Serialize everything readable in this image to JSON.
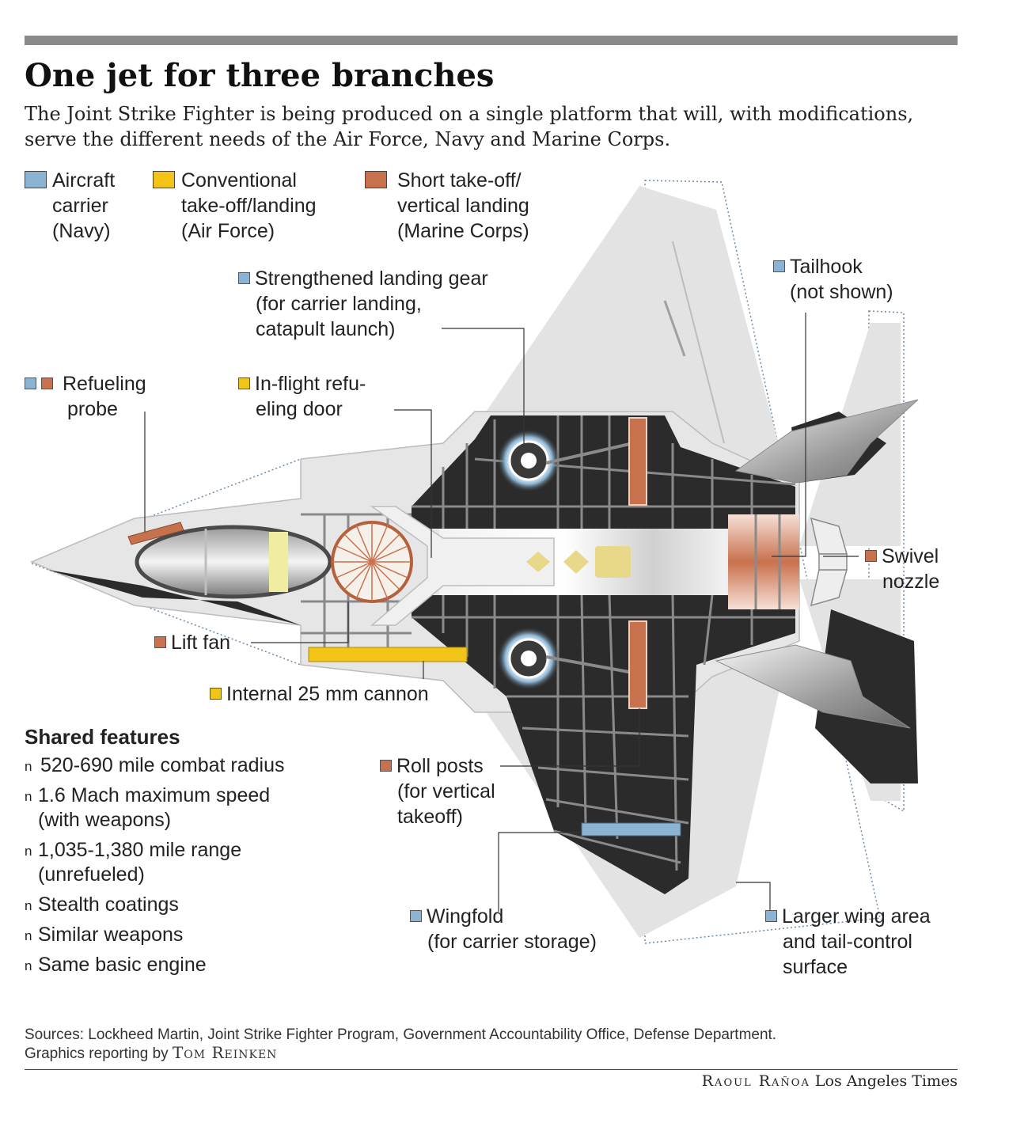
{
  "header": {
    "title": "One jet for three branches",
    "subtitle": "The Joint Strike Fighter is being produced on a single platform that will, with modifications, serve the different needs of the Air Force, Navy and Marine Corps."
  },
  "legend": [
    {
      "line1": "Aircraft",
      "line2": "carrier",
      "line3": "(Navy)",
      "color": "#8cb4d2"
    },
    {
      "line1": "Conventional",
      "line2": "take-off/landing",
      "line3": "(Air Force)",
      "color": "#f2c418"
    },
    {
      "line1": "Short take-off/",
      "line2": "vertical landing",
      "line3": "(Marine Corps)",
      "color": "#c8714d"
    }
  ],
  "callouts": {
    "landing_gear": {
      "line1": "Strengthened landing gear",
      "line2": "(for carrier landing,",
      "line3": "catapult launch)"
    },
    "tailhook": {
      "line1": "Tailhook",
      "line2": "(not shown)"
    },
    "refueling_probe": {
      "line1": "Refueling",
      "line2": "probe"
    },
    "refueling_door": {
      "line1": "In-flight refu-",
      "line2": "eling door"
    },
    "swivel_nozzle": {
      "line1": "Swivel",
      "line2": "nozzle"
    },
    "lift_fan": {
      "line1": "Lift fan"
    },
    "cannon": {
      "line1": "Internal 25 mm cannon"
    },
    "roll_posts": {
      "line1": "Roll posts",
      "line2": "(for vertical",
      "line3": "takeoff)"
    },
    "wingfold": {
      "line1": "Wingfold",
      "line2": "(for carrier storage)"
    },
    "wing_area": {
      "line1": "Larger wing area",
      "line2": "and tail-control",
      "line3": "surface"
    }
  },
  "shared": {
    "title": "Shared features",
    "bullet": "n",
    "items": [
      {
        "line1": "520-690 mile combat radius"
      },
      {
        "line1": "1.6 Mach maximum speed",
        "line2": "(with weapons)"
      },
      {
        "line1": "1,035-1,380 mile range",
        "line2": "(unrefueled)"
      },
      {
        "line1": "Stealth coatings"
      },
      {
        "line1": "Similar weapons"
      },
      {
        "line1": "Same basic engine"
      }
    ]
  },
  "footer": {
    "sources": "Sources: Lockheed Martin, Joint Strike Fighter Program, Government Accountability Office, Defense Department.",
    "reporting_prefix": "Graphics reporting by",
    "reporter": "Tom Reinken",
    "artist": "Raoul Rañoa",
    "publication": "Los Angeles Times"
  },
  "colors": {
    "navy": "#8cb4d2",
    "air_force": "#f2c418",
    "marine_corps": "#c8714d",
    "airframe": "#e2e2e2",
    "structure": "#2b2b2b"
  }
}
